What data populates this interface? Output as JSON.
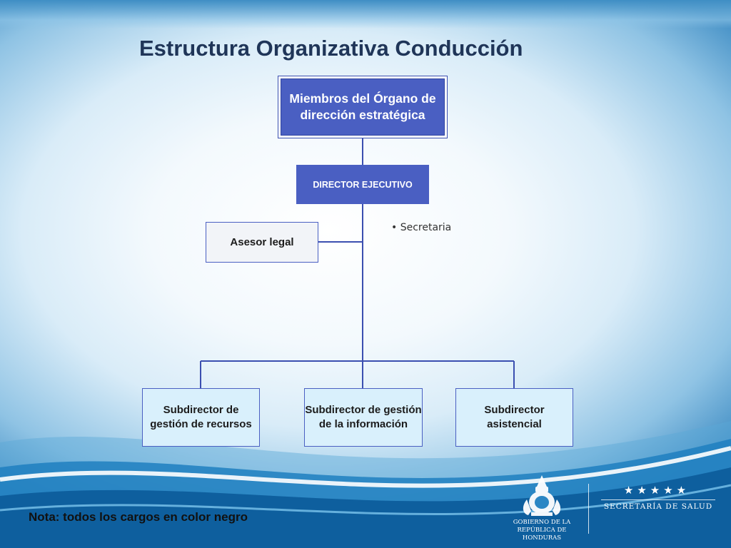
{
  "slide": {
    "title": "Estructura Organizativa Conducción",
    "note": "Nota: todos los cargos en color negro"
  },
  "org": {
    "top": "Miembros del Órgano de dirección estratégica",
    "director": "DIRECTOR EJECUTIVO",
    "asesor": "Asesor legal",
    "bullet": "• Secretaria",
    "subdirectores": [
      "Subdirector de gestión de recursos",
      "Subdirector de gestión de la información",
      "Subdirector asistencial"
    ]
  },
  "branding": {
    "gobierno": "Gobierno de la República de Honduras",
    "secretaria": "SECRETARÍA DE SALUD",
    "stars": "★★★★★"
  },
  "colors": {
    "box_blue": "#4a5fc2",
    "sub_fill": "#d9f0fc",
    "title": "#1f3558"
  }
}
